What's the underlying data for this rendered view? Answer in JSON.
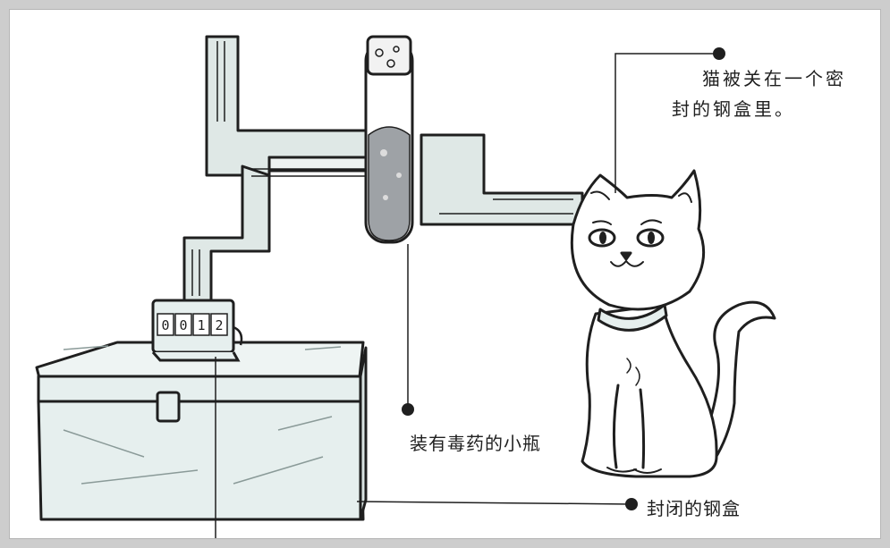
{
  "labels": {
    "cat_line1": "猫被关在一个密",
    "cat_line2": "封的钢盒里。",
    "vial": "装有毒药的小瓶",
    "box": "封闭的钢盒"
  },
  "counter_digits": [
    "0",
    "0",
    "1",
    "2"
  ],
  "colors": {
    "background": "#cdcdcd",
    "panel": "#ffffff",
    "ink": "#1f1f1f",
    "pipe_fill": "#dfe8e6",
    "box_fill": "#e6efee",
    "vial_liquid": "#9ea2a6"
  }
}
